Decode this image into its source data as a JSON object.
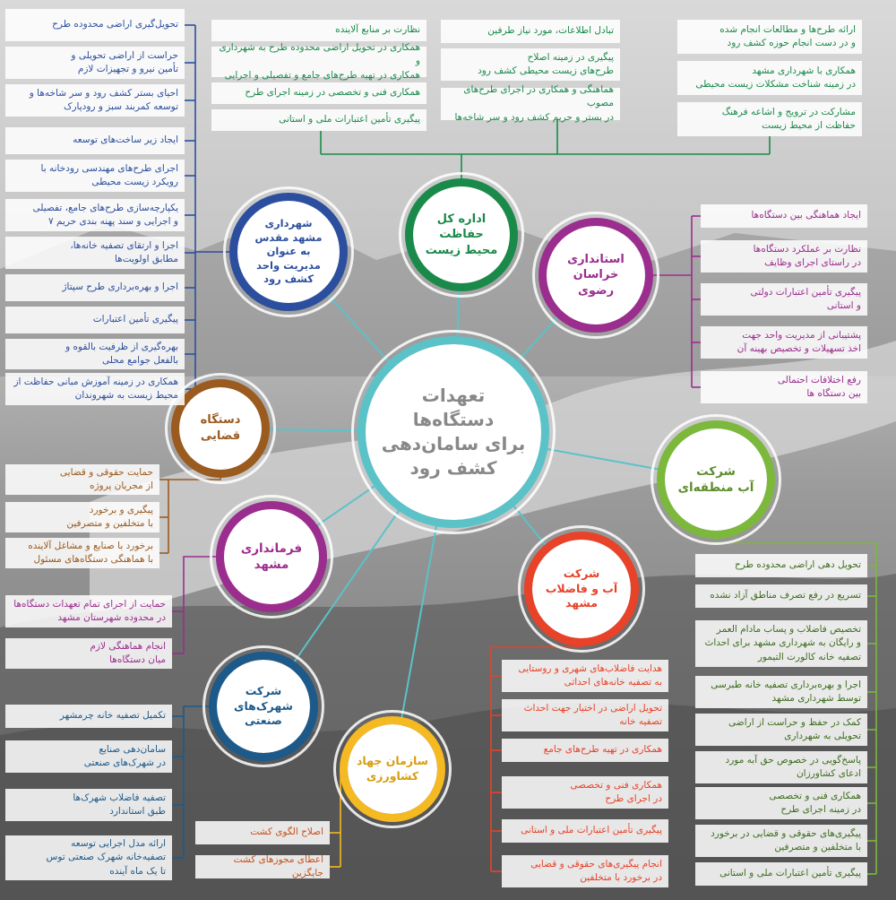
{
  "title": "تعهدات\nدستگاه‌ها\nبرای سامان‌دهی\nکشف رود",
  "colors": {
    "center": "#5bc2c8",
    "municipality": "#2b4f9e",
    "environment": "#1a8a4a",
    "governorate": "#9b2d8e",
    "water_company": "#7cb83c",
    "wastewater": "#e84228",
    "agriculture": "#f5b921",
    "industrial": "#1d5a8a",
    "governor": "#9b2d8e",
    "judiciary": "#9b5a1e"
  },
  "orgs": {
    "municipality": {
      "label": "شهرداری\nمشهد مقدس\nبه عنوان\nمدیریت واحد\nکشف رود",
      "items": [
        "تحویل‌گیری اراضی محدوده طرح",
        "حراست از اراضی تحویلی و\nتأمین نیرو و تجهیزات لازم",
        "احیای بستر کشف رود و سر شاخه‌ها و\nتوسعه کمربند سبز و رودپارک",
        "ایجاد زیر ساخت‌های توسعه",
        "اجرای طرح‌های مهندسی رودخانه با\nرویکرد زیست محیطی",
        "یکپارچه‌سازی طرح‌های جامع، تفصیلی\nو اجرایی و سند پهنه بندی حریم ۷",
        "اجرا و ارتقای تصفیه خانه‌ها،\nمطابق اولویت‌ها",
        "اجرا و بهره‌برداری طرح سپتاژ",
        "پیگیری تأمین اعتبارات",
        "بهره‌گیری از ظرفیت بالقوه و\nبالفعل جوامع محلی",
        "همکاری در زمینه آموزش مبانی حفاظت از\nمحیط زیست به شهروندان"
      ]
    },
    "environment": {
      "label": "اداره کل\nحفاظت\nمحیط زیست",
      "col1": [
        "ارائه طرح‌ها و مطالعات انجام شده\nو در دست انجام حوزه کشف رود",
        "همکاری با شهرداری مشهد\nدر زمینه شناخت مشکلات زیست محیطی",
        "مشارکت در ترویج و اشاعه فرهنگ\nحفاظت از محیط زیست"
      ],
      "col2": [
        "تبادل اطلاعات، مورد نیاز طرفین",
        "پیگیری در زمینه اصلاح\nطرح‌های زیست محیطی کشف رود",
        "هماهنگی و همکاری در اجرای طرح‌های مصوب\nدر بستر و حریم کشف رود و سر شاخه‌ها"
      ],
      "col3": [
        "نظارت بر منابع آلاینده",
        "همکاری در تحویل اراضی محدوده طرح به شهرداری و\nهمکاری در تهیه طرح‌های جامع و تفصیلی و اجرایی",
        "همکاری فنی و تخصصی در زمینه اجرای طرح",
        "پیگیری تأمین اعتبارات ملی و استانی"
      ]
    },
    "governorate": {
      "label": "استانداری\nخراسان رضوی",
      "items": [
        "ایجاد هماهنگی بین دستگاه‌ها",
        "نظارت بر عملکرد دستگاه‌ها\nدر راستای اجرای وظایف",
        "پیگیری تأمین اعتبارات دولتی\nو استانی",
        "پشتیبانی از مدیریت واحد جهت\nاخذ تسهیلات و تخصیص بهینه آن",
        "رفع اختلافات احتمالی\nبین دستگاه ها"
      ]
    },
    "water_company": {
      "label": "شرکت\nآب منطقه‌ای",
      "items": [
        "تحویل دهی اراضی محدوده طرح",
        "تسریع در رفع تصرف مناطق آزاد نشده",
        "تخصیص فاضلاب و پساب مادام العمر\nو رایگان به شهرداری مشهد برای احداث\nتصفیه خانه کالورت التیمور",
        "اجرا و بهره‌برداری تصفیه خانه طبرسی\nتوسط شهرداری مشهد",
        "کمک در حفظ و حراست از اراضی\nتحویلی به شهرداری",
        "پاسخ‌گویی در خصوص حق آبه مورد\nادعای کشاورزان",
        "همکاری فنی و تخصصی\nدر زمینه اجرای طرح",
        "پیگیری‌های حقوقی و قضایی در برخورد\nبا متخلفین و متصرفین",
        "پیگیری تأمین اعتبارات ملی و استانی"
      ]
    },
    "wastewater": {
      "label": "شرکت\nآب و فاضلاب\nمشهد",
      "items": [
        "هدایت فاضلاب‌های شهری و روستایی\nبه تصفیه خانه‌های احداثی",
        "تحویل اراضی در اختیار جهت احداث\nتصفیه خانه",
        "همکاری در تهیه طرح‌های جامع",
        "همکاری فنی و تخصصی\nدر اجرای طرح",
        "پیگیری تأمین اعتبارات ملی و استانی",
        "انجام پیگیری‌های حقوقی و قضایی\nدر برخورد با متخلفین"
      ]
    },
    "agriculture": {
      "label": "سازمان جهاد\nکشاورزی",
      "items": [
        "اصلاح الگوی کشت",
        "اعطای مجوزهای کشت جایگزین"
      ]
    },
    "industrial": {
      "label": "شرکت\nشهرک‌های\nصنعتی",
      "items": [
        "تکمیل تصفیه خانه چرمشهر",
        "سامان‌دهی صنایع\nدر شهرک‌های صنعتی",
        "تصفیه فاضلاب شهرک‌ها\nطبق استاندارد",
        "ارائه مدل اجرایی توسعه\nتصفیه‌خانه شهرک صنعتی توس\nتا یک ماه آینده"
      ]
    },
    "governor": {
      "label": "فرمانداری\nمشهد",
      "items": [
        "حمایت از اجرای تمام تعهدات دستگاه‌ها\nدر محدوده شهرستان مشهد",
        "انجام هماهنگی لازم\nمیان دستگاه‌ها"
      ]
    },
    "judiciary": {
      "label": "دستگاه\nقضایی",
      "items": [
        "حمایت حقوقی و قضایی\nاز مجریان پروژه",
        "پیگیری و برخورد\nبا متخلفین و متصرفین",
        "برخورد با صنایع و مشاغل آلاینده\nبا هماهنگی دستگاه‌های مسئول"
      ]
    }
  }
}
